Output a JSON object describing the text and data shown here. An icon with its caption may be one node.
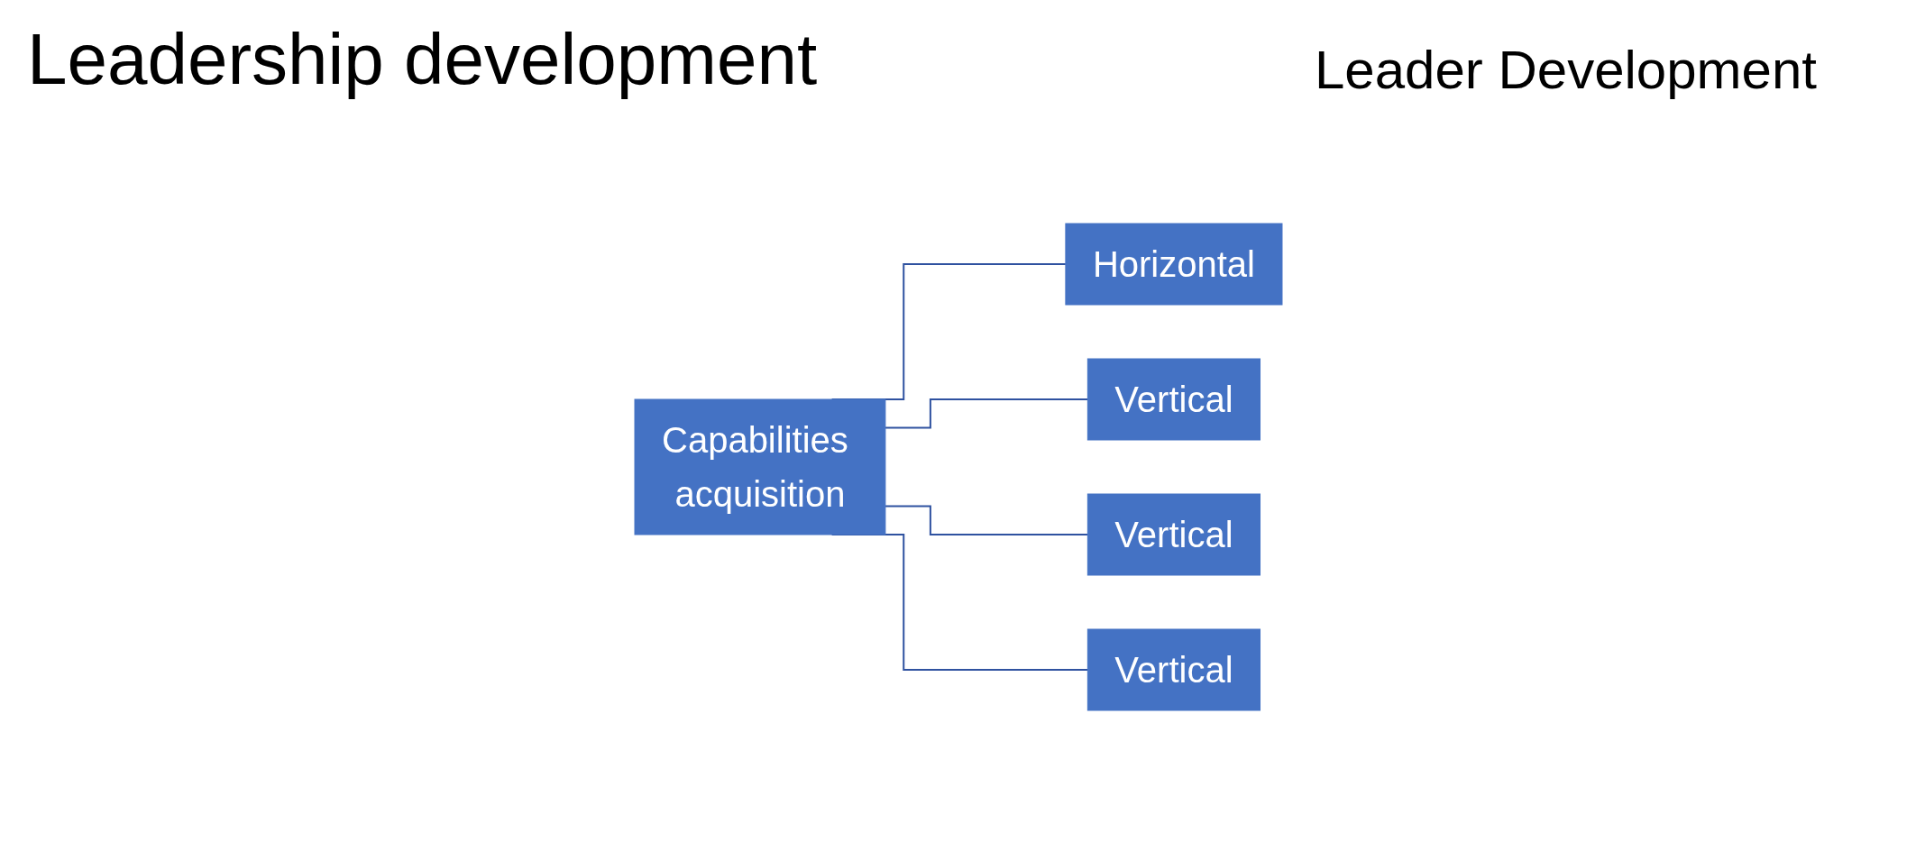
{
  "diagram": {
    "title": "Leadership development",
    "nodes": [
      {
        "text": [
          "Capabilities acquisition"
        ]
      },
      {
        "text": [
          "Horizontal"
        ]
      },
      {
        "text": [
          "Vertical"
        ]
      },
      {
        "text": [
          "Vertical"
        ]
      },
      {
        "text": [
          "Vertical"
        ]
      }
    ],
    "edges": [
      {
        "from": 0,
        "to": 1,
        "arrow": "none"
      },
      {
        "from": 0,
        "to": 2,
        "arrow": "none"
      },
      {
        "from": 0,
        "to": 3,
        "arrow": "none"
      },
      {
        "from": 0,
        "to": 4,
        "arrow": "none"
      }
    ],
    "labels": [
      "Leader Development"
    ]
  }
}
